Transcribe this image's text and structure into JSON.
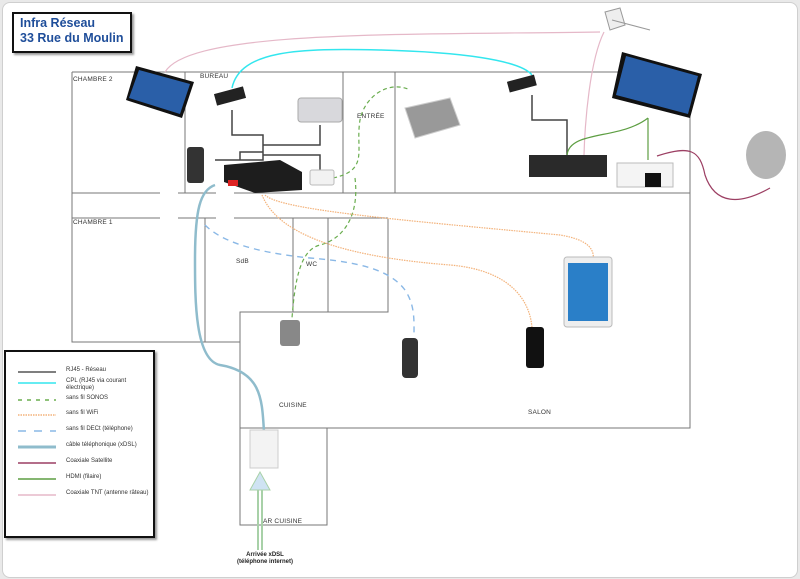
{
  "title": {
    "line1": "Infra Réseau",
    "line2": "33 Rue du Moulin"
  },
  "rooms": {
    "chambre2": "CHAMBRE 2",
    "bureau": "BUREAU",
    "entree": "ENTRÉE",
    "chambre1": "CHAMBRE 1",
    "sdb": "SdB",
    "wc": "WC",
    "cuisine": "CUISINE",
    "salon": "SALON",
    "ar_cuisine": "AR CUISINE"
  },
  "xdsl_arrival": {
    "line1": "Arrivée xDSL",
    "line2": "(téléphone internet)"
  },
  "legend": [
    {
      "label": "RJ45 - Réseau",
      "color": "#555555",
      "style": "solid"
    },
    {
      "label": "CPL (RJ45 via courant électrique)",
      "color": "#33e6ee",
      "style": "solid"
    },
    {
      "label": "sans fil SONOS",
      "color": "#6aad4f",
      "style": "dashed"
    },
    {
      "label": "sans fil WiFi",
      "color": "#f3b27a",
      "style": "dotted"
    },
    {
      "label": "sans fil DECt (téléphone)",
      "color": "#8ab8e6",
      "style": "longdash"
    },
    {
      "label": "câble téléphonique (xDSL)",
      "color": "#8fbccc",
      "style": "thick"
    },
    {
      "label": "Coaxiale Satellite",
      "color": "#9c3f63",
      "style": "solid"
    },
    {
      "label": "HDMI (filaire)",
      "color": "#5d9e42",
      "style": "solid"
    },
    {
      "label": "Coaxiale TNT (antenne râteau)",
      "color": "#e5b8c8",
      "style": "solid"
    }
  ],
  "devices": [
    "tv-chambre2",
    "cpl-bureau",
    "mac-mini",
    "dect-base",
    "box-internet",
    "sonos-bridge",
    "sonos-play5",
    "cpl-salon",
    "tv-salon",
    "tv-decoder",
    "sat-receiver",
    "satellite-dish",
    "tnt-antenna",
    "ipad",
    "iphone",
    "dect-handset",
    "sonos-play1",
    "phone-splitter"
  ]
}
